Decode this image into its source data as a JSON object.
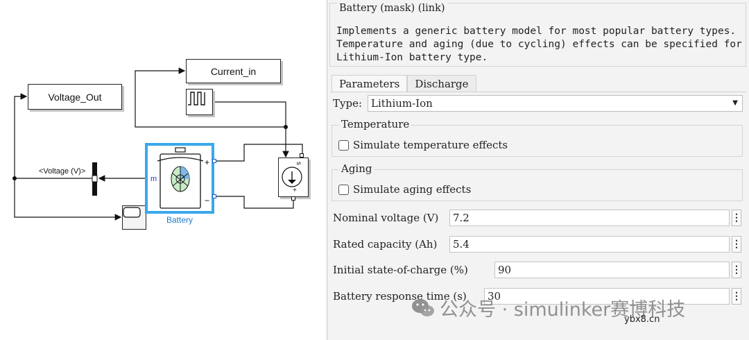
{
  "canvas": {
    "blocks": {
      "current_in": "Current_in",
      "voltage_out": "Voltage_Out",
      "battery": "Battery"
    },
    "signal_label": "<Voltage (V)>",
    "port_labels": {
      "m": "m",
      "plus": "+",
      "minus": "−",
      "source_s": "s",
      "source_plus": "+"
    },
    "selected_color": "#3aa8ea"
  },
  "dialog": {
    "title": "Battery (mask) (link)",
    "description": [
      "Implements a generic battery model for most popular battery types.",
      "Temperature and aging (due to cycling) effects can be specified for",
      "Lithium-Ion battery type."
    ],
    "tabs": [
      {
        "label": "Parameters",
        "active": true
      },
      {
        "label": "Discharge",
        "active": false
      }
    ],
    "type": {
      "label": "Type:",
      "value": "Lithium-Ion"
    },
    "temperature": {
      "title": "Temperature",
      "checkbox": "Simulate temperature effects",
      "checked": false
    },
    "aging": {
      "title": "Aging",
      "checkbox": "Simulate aging effects",
      "checked": false
    },
    "params": [
      {
        "label": "Nominal voltage (V)",
        "value": "7.2"
      },
      {
        "label": "Rated capacity (Ah)",
        "value": "5.4"
      },
      {
        "label": "Initial state-of-charge (%)",
        "value": "90"
      },
      {
        "label": "Battery response time (s)",
        "value": "30"
      }
    ],
    "kebab": "⋮"
  },
  "watermark": {
    "text": "公众号 · simulinker赛博科技",
    "site": "ybx8.cn"
  }
}
